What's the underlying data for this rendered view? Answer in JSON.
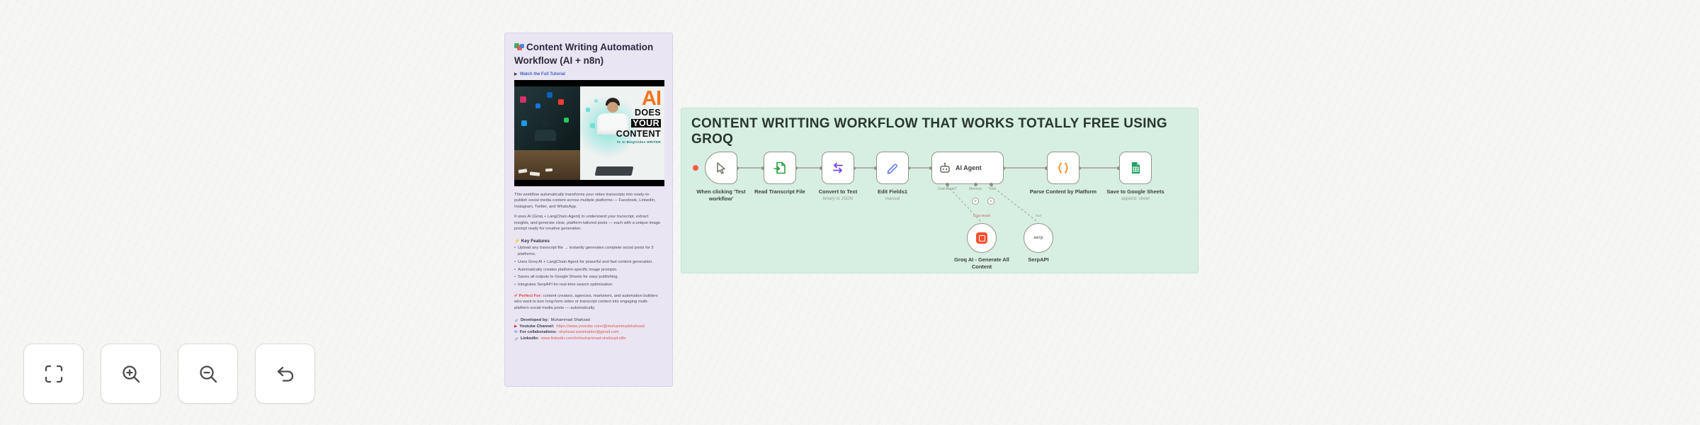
{
  "sticky_purple": {
    "title": "Content Writing Automation Workflow (AI + n8n)",
    "tutorial_icon": "▶",
    "tutorial_link": "Watch the Full Tutorial",
    "thumbnail": {
      "accent_word": "AI",
      "headline_lines": [
        "DOES",
        "YOUR",
        "CONTENT"
      ],
      "caption": "#1 AI Blog/Video WRITER"
    },
    "paragraph_1": "This workflow automatically transforms your video transcripts into ready-to-publish social media content across multiple platforms — Facebook, LinkedIn, Instagram, Twitter, and WhatsApp.",
    "paragraph_2": "It uses AI (Groq + LangChain Agent) to understand your transcript, extract insights, and generate clear, platform-tailored posts — each with a unique image prompt ready for creative generation.",
    "features_heading": "⚡ Key Features",
    "features": [
      "Upload any transcript file → instantly generates complete social posts for 5 platforms.",
      "Uses Groq AI + LangChain Agent for powerful and fast content generation.",
      "Automatically creates platform-specific image prompts.",
      "Saves all outputs to Google Sheets for easy publishing.",
      "Integrates SerpAPI for real-time search optimization."
    ],
    "perfect_for_label": "✔ Perfect For:",
    "perfect_for_text": "content creators, agencies, marketers, and automation builders who want to turn long-form video or transcript content into engaging multi-platform social media posts — automatically.",
    "links": [
      {
        "label": "Developed by:",
        "value": "Muhammad Shahzad",
        "icon_char": ""
      },
      {
        "label": "Youtube Channel:",
        "value": "https://www.youtube.com/@muhammadshahzad",
        "icon_char": "▶"
      },
      {
        "label": "For collaborations:",
        "value": "shahzad.automation@gmail.com",
        "icon_char": "✉"
      },
      {
        "label": "LinkedIn:",
        "value": "www.linkedin.com/in/muhammad-shahzad-n8n",
        "icon_char": ""
      }
    ]
  },
  "sticky_green": {
    "title": "CONTENT WRITTING WORKFLOW THAT WORKS TOTALLY FREE USING GROQ"
  },
  "workflow": {
    "nodes": [
      {
        "label": "When clicking 'Test workflow'",
        "sublabel": ""
      },
      {
        "label": "Read Transcript File",
        "sublabel": ""
      },
      {
        "label": "Convert to Text",
        "sublabel": "binary to JSON"
      },
      {
        "label": "Edit Fields1",
        "sublabel": "manual"
      },
      {
        "label": "AI Agent",
        "sublabel": ""
      },
      {
        "label": "Parse Content by Platform",
        "sublabel": ""
      },
      {
        "label": "Save to Google Sheets",
        "sublabel": "append: sheet"
      }
    ],
    "agent_ports": [
      "Chat Model*",
      "Memory",
      "Tool"
    ],
    "subnodes": [
      {
        "tag": "Chat Model",
        "label": "Groq AI - Generate All Content",
        "icon_text": ""
      },
      {
        "tag": "Tool",
        "label": "SerpAPI",
        "icon_text": "serp"
      }
    ]
  },
  "controls": [
    {
      "name": "Zoom to fit"
    },
    {
      "name": "Zoom in"
    },
    {
      "name": "Zoom out"
    },
    {
      "name": "Undo"
    }
  ],
  "colors": {
    "canvas": "#f6f6f4",
    "sticky_purple": "#e9e5f3",
    "sticky_green": "#d6efe2",
    "node_border": "#95948a",
    "accent_red": "#e2544a",
    "groq": "#f4502f",
    "link_blue": "#4263c7"
  }
}
